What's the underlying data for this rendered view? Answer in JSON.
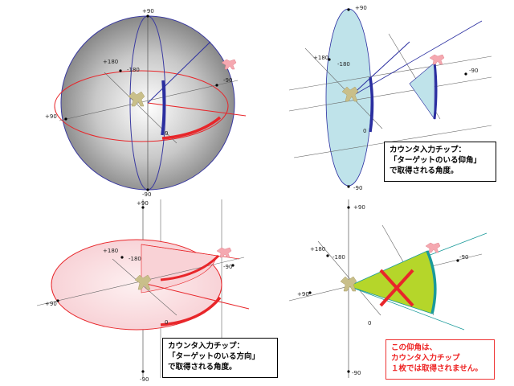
{
  "panel1": {
    "labels": {
      "top": "+90",
      "bottom": "-90",
      "left": "+90",
      "right": "-90",
      "p180": "+180",
      "m180": "-180",
      "zero": "0"
    }
  },
  "panel2": {
    "labels": {
      "top": "+90",
      "bottom": "-90",
      "p180": "+180",
      "m180": "-180",
      "right": "-90",
      "zero": "0"
    },
    "caption": {
      "line1": "カウンタ入力チップ：",
      "line2": "「ターゲットのいる仰角」",
      "line3": "で取得される角度。"
    }
  },
  "panel3": {
    "labels": {
      "top": "+90",
      "bottom": "-90",
      "left": "+90",
      "right": "-90",
      "p180": "+180",
      "m180": "-180",
      "zero": "0"
    },
    "caption": {
      "line1": "カウンタ入力チップ：",
      "line2": "「ターゲットのいる方向」",
      "line3": "で取得される角度。"
    }
  },
  "panel4": {
    "labels": {
      "top": "+90",
      "bottom": "-90",
      "left": "+90",
      "right": "-90",
      "p180": "+180",
      "m180": "-180",
      "zero": "0"
    },
    "caption": {
      "line1": "この仰角は、",
      "line2": "カウンタ入力チップ",
      "line3": "１枚では取得されません。"
    }
  },
  "colors": {
    "red": "#e8262a",
    "blue": "#2a2ea0",
    "cyan": "#bfe3ea",
    "pink": "#f9d9dc",
    "lime": "#b5d62a",
    "teal": "#1a9a9a"
  }
}
